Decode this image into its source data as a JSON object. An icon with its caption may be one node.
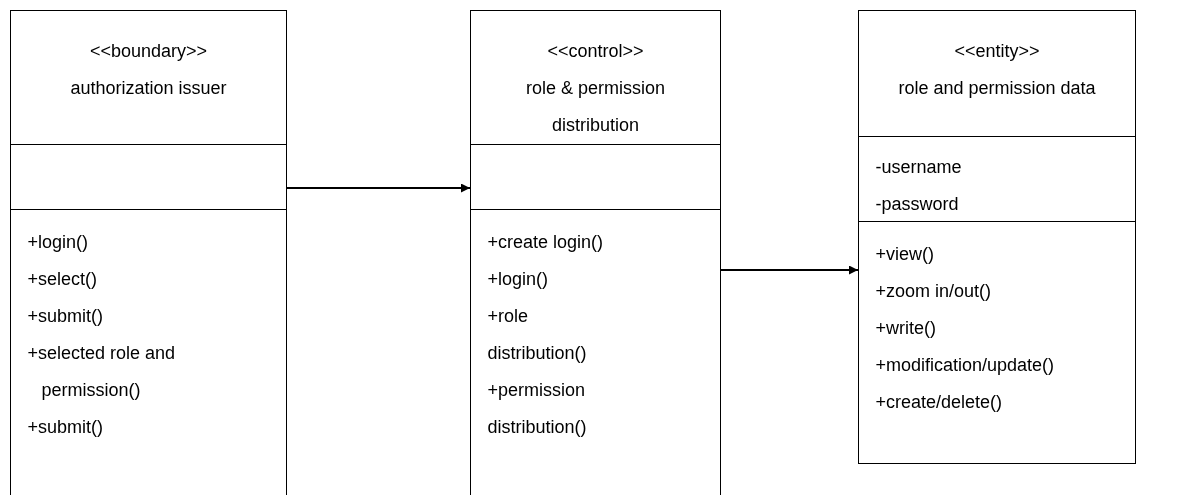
{
  "diagram": {
    "nodes": [
      {
        "text": [
          "<<boundary>>",
          "authorization issuer"
        ]
      },
      {
        "text": [],
        "shape": "box",
        "in": 0
      },
      {
        "text": [
          "+login()",
          "+select()",
          "+submit()",
          "+selected role and permission()",
          "+submit()"
        ],
        "in": 0
      },
      {
        "text": [
          "<<control>>",
          "role & permission distribution"
        ]
      },
      {
        "text": [],
        "shape": "box",
        "in": 3
      },
      {
        "text": [
          "+create login()",
          "+login()",
          "+role distribution()",
          "+permission distribution()"
        ],
        "in": 3
      },
      {
        "text": [
          "<<entity>>",
          "role and permission data"
        ]
      },
      {
        "text": [
          "-username",
          "-password"
        ],
        "in": 6
      },
      {
        "text": [
          "+view()",
          "+zoom in/out()",
          "+write()",
          "+modification/update()",
          "+create/delete()"
        ],
        "in": 6
      }
    ],
    "edges": [
      {
        "from": 0,
        "to": 3,
        "arrow": "to"
      },
      {
        "from": 3,
        "to": 6,
        "arrow": "to"
      }
    ]
  }
}
